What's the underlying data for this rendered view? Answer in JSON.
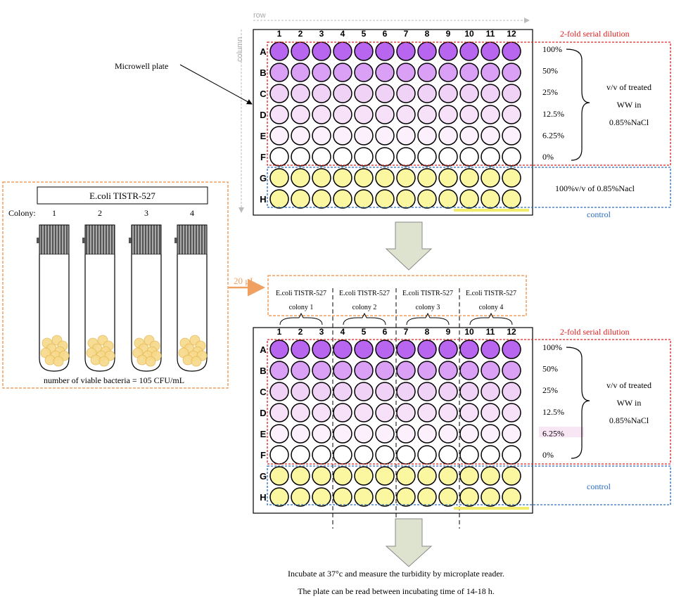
{
  "colors": {
    "well_purple_dark": "#b866f0",
    "well_purple_mid": "#d9a0f5",
    "well_purple_light": "#f0d2f7",
    "well_purple_lighter": "#f6e1f8",
    "well_purple_faint": "#fbf0fb",
    "well_empty": "#ffffff",
    "well_yellow": "#fbf6a0",
    "dilution_box": "#e02020",
    "control_box": "#2a6cc0",
    "orange": "#f0a060",
    "axis_gray": "#bbbbbb",
    "arrow_fill": "#dde3cf",
    "arrow_stroke": "#888888",
    "dilution_text": "#e02020",
    "control_text": "#2a6cc0"
  },
  "plate": {
    "column_numbers": [
      "1",
      "2",
      "3",
      "4",
      "5",
      "6",
      "7",
      "8",
      "9",
      "10",
      "11",
      "12"
    ],
    "row_letters": [
      "A",
      "B",
      "C",
      "D",
      "E",
      "F",
      "G",
      "H"
    ]
  },
  "axes": {
    "row_label": "row",
    "column_label": "column"
  },
  "microwell_label": "Microwell plate",
  "dilution": {
    "title": "2-fold serial dilution",
    "levels": [
      "100%",
      "50%",
      "25%",
      "12.5%",
      "6.25%",
      "0%"
    ],
    "desc_lines": [
      "v/v of treated",
      "WW in",
      "0.85%NaCl"
    ]
  },
  "control": {
    "label": "control",
    "top_text": "100%v/v of 0.85%Nacl"
  },
  "tubes": {
    "title": "E.coli TISTR-527",
    "colony_label": "Colony:",
    "numbers": [
      "1",
      "2",
      "3",
      "4"
    ],
    "caption": "number of viable bacteria = 105 CFU/mL",
    "transfer": "20 μL"
  },
  "colony_groups": [
    {
      "name": "E.coli TISTR-527",
      "colony": "colony 1"
    },
    {
      "name": "E.coli TISTR-527",
      "colony": "colony 2"
    },
    {
      "name": "E.coli TISTR-527",
      "colony": "colony 3"
    },
    {
      "name": "E.coli TISTR-527",
      "colony": "colony 4"
    }
  ],
  "footer": [
    "Incubate at 37°c and measure the turbidity by microplate reader.",
    "The plate can be read between incubating time of 14-18 h."
  ]
}
